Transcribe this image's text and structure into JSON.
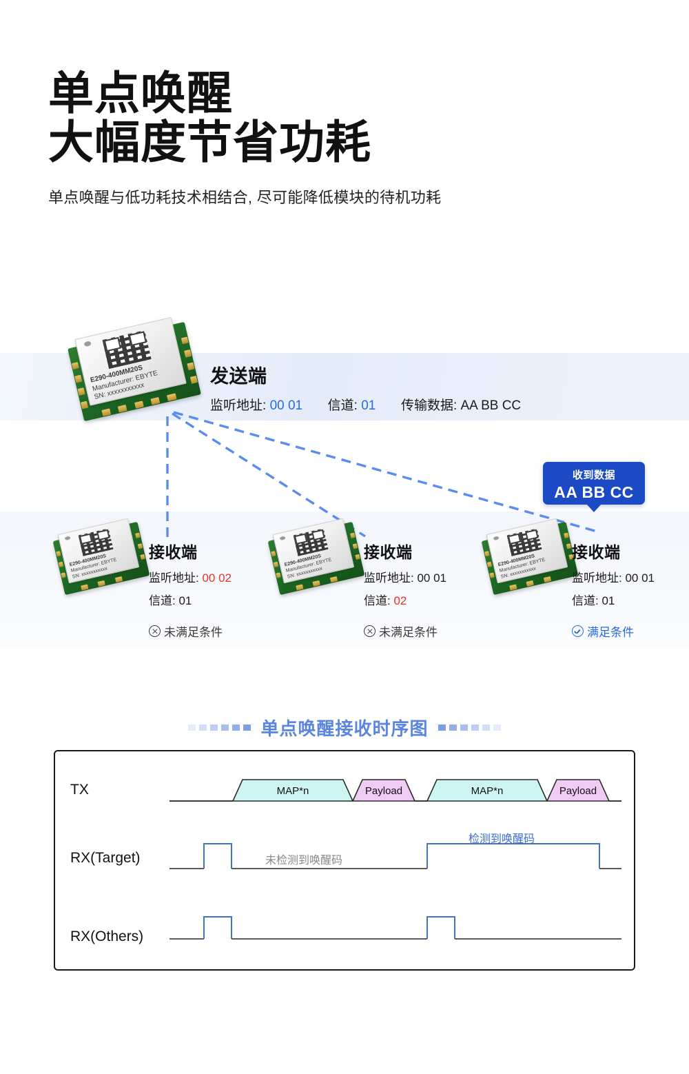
{
  "hero": {
    "line1": "单点唤醒",
    "line2": "大幅度节省功耗",
    "subtitle": "单点唤醒与低功耗技术相结合, 尽可能降低模块的待机功耗"
  },
  "colors": {
    "accent_blue": "#2a6ae0",
    "callout_blue": "#1b4ac4",
    "alert_red": "#e0352b",
    "title_blue": "#5b85de",
    "map_fill": "#cdf5f3",
    "payload_fill": "#f0ccf5",
    "wave_blue": "#4472c4"
  },
  "module": {
    "model": "E290-400MM20S",
    "manufacturer": "Manufacturer: EBYTE",
    "sn": "SN: xxxxxxxxxxx"
  },
  "sender": {
    "title": "发送端",
    "addr_label": "监听地址:",
    "addr_value": "00 01",
    "channel_label": "信道:",
    "channel_value": "01",
    "data_label": "传输数据:",
    "data_value": "AA BB CC"
  },
  "callout": {
    "heading": "收到数据",
    "value": "AA BB CC"
  },
  "status_text": {
    "fail": "未满足条件",
    "pass": "满足条件"
  },
  "receivers": [
    {
      "title": "接收端",
      "addr_label": "监听地址:",
      "addr_value": "00 02",
      "addr_state": "mismatch",
      "channel_label": "信道:",
      "channel_value": "01",
      "channel_state": "match",
      "status": "未满足条件",
      "status_state": "fail"
    },
    {
      "title": "接收端",
      "addr_label": "监听地址:",
      "addr_value": "00 01",
      "addr_state": "match",
      "channel_label": "信道:",
      "channel_value": "02",
      "channel_state": "mismatch",
      "status": "未满足条件",
      "status_state": "fail"
    },
    {
      "title": "接收端",
      "addr_label": "监听地址:",
      "addr_value": "00 01",
      "addr_state": "match",
      "channel_label": "信道:",
      "channel_value": "01",
      "channel_state": "match",
      "status": "满足条件",
      "status_state": "pass"
    }
  ],
  "timing": {
    "title": "单点唤醒接收时序图",
    "rows": {
      "tx": "TX",
      "rx_target": "RX(Target)",
      "rx_others": "RX(Others)"
    },
    "blocks": {
      "map": "MAP*n",
      "payload": "Payload"
    },
    "annotations": {
      "not_detected": "未检测到唤醒码",
      "detected": "检测到唤醒码"
    }
  }
}
